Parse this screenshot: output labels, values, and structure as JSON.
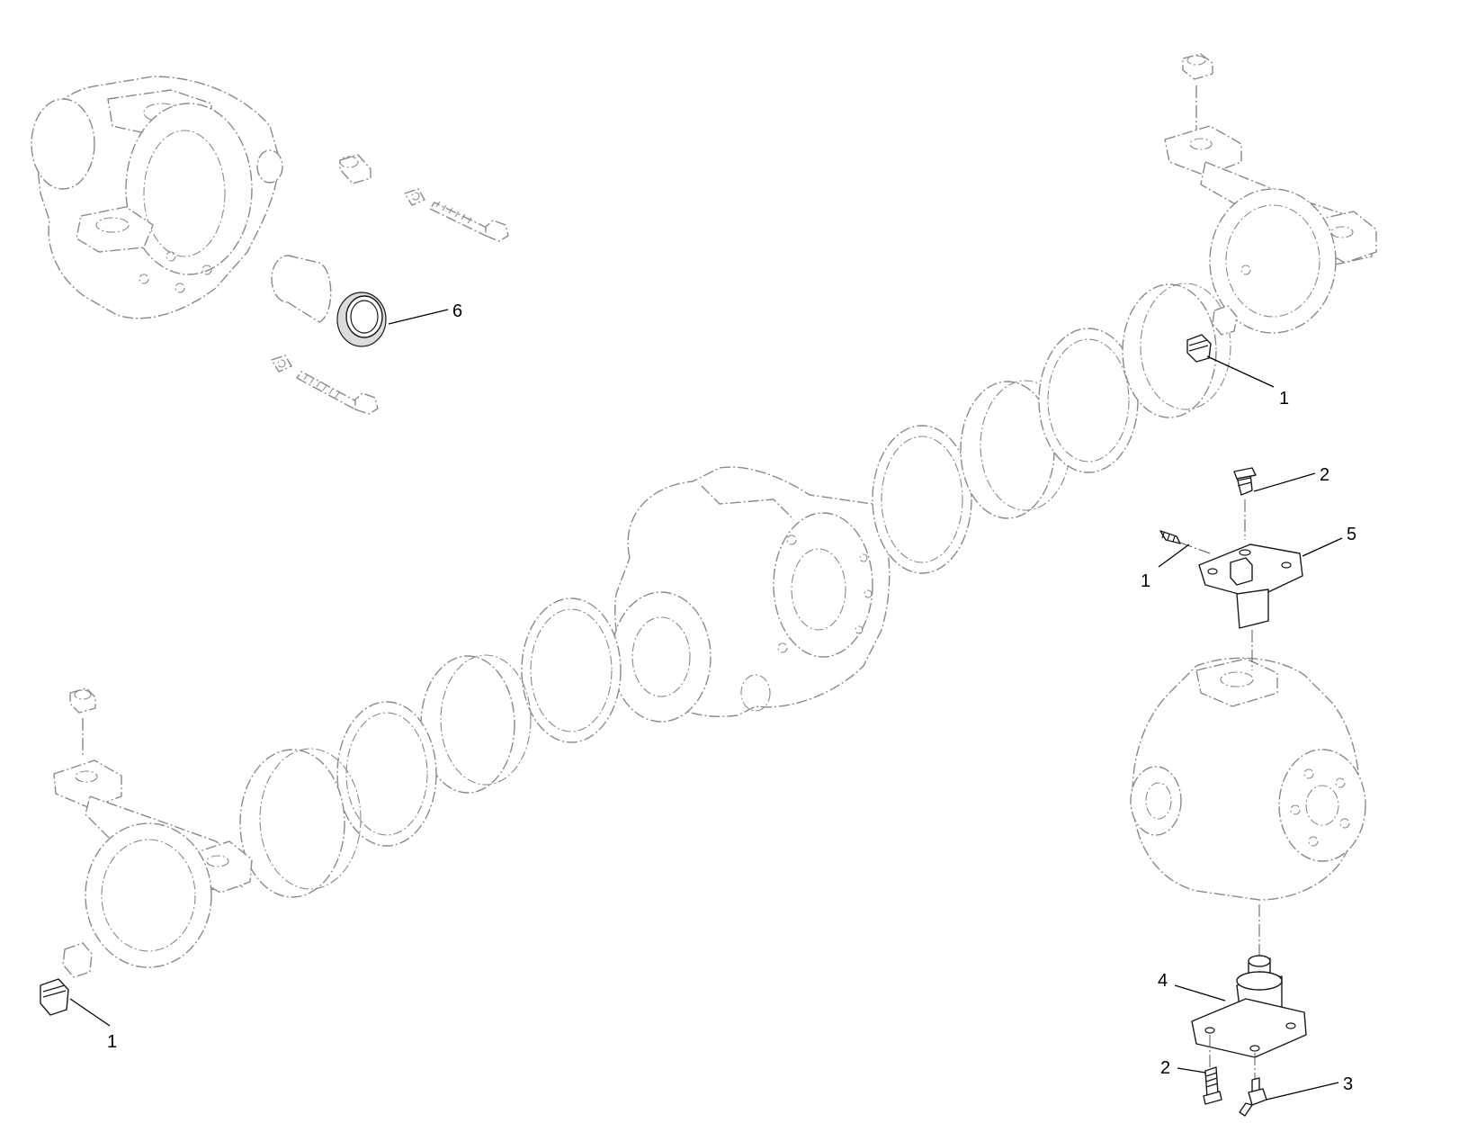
{
  "callouts": [
    {
      "label": "6"
    },
    {
      "label": "1"
    },
    {
      "label": "2"
    },
    {
      "label": "5"
    },
    {
      "label": "1"
    },
    {
      "label": "4"
    },
    {
      "label": "2"
    },
    {
      "label": "3"
    },
    {
      "label": "1"
    }
  ]
}
